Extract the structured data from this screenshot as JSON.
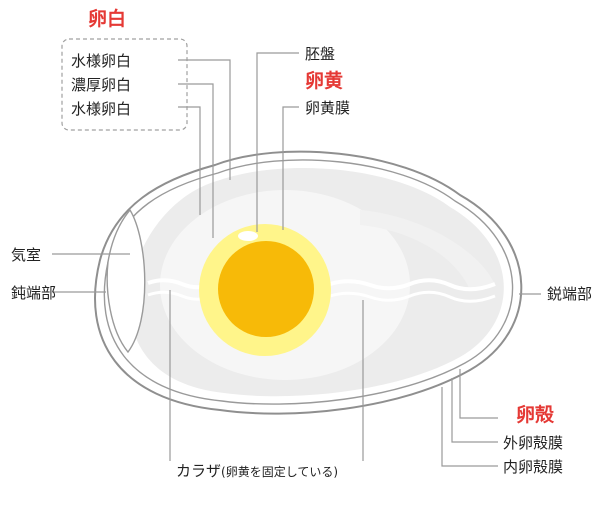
{
  "colors": {
    "heading_red": "#e53935",
    "shell_line": "#8f8f8f",
    "albumen_outer": "#e4e4e4",
    "albumen_thick": "#ededed",
    "yolk_ring": "#fff58a",
    "yolk_core": "#f7ba08",
    "leader_line": "#9a9a9a"
  },
  "egg_white": {
    "heading": "卵白",
    "items": [
      "水様卵白",
      "濃厚卵白",
      "水様卵白"
    ]
  },
  "germinal_disc": "胚盤",
  "yolk": {
    "heading": "卵黄",
    "membrane": "卵黄膜"
  },
  "air_cell": "気室",
  "blunt_end": "鈍端部",
  "pointed_end": "鋭端部",
  "shell": {
    "heading": "卵殻",
    "outer_membrane": "外卵殻膜",
    "inner_membrane": "内卵殻膜"
  },
  "chalaza": {
    "label": "カラザ",
    "note": "(卵黄を固定している)"
  }
}
